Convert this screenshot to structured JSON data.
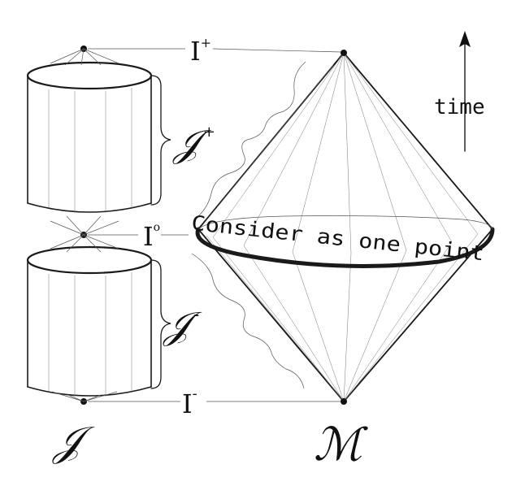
{
  "labels": {
    "i_plus": "I",
    "i_plus_sup": "+",
    "i_zero": "I",
    "i_zero_sup": "o",
    "i_minus": "I",
    "i_minus_sup": "-",
    "scri_plus": "𝒥",
    "scri_plus_sup": "+",
    "scri_minus": "𝒥",
    "scri_minus_sup": "-",
    "scri_bottom": "𝒥",
    "manifold": "ℳ",
    "time": "time",
    "caption": "Consider as one point"
  }
}
